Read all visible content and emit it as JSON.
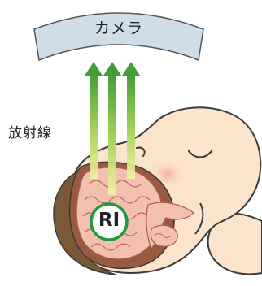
{
  "labels": {
    "camera": "カメラ",
    "radiation": "放射線",
    "ri": "RI"
  },
  "colors": {
    "camera_fill": "#cfdde9",
    "camera_stroke": "#555555",
    "arrow_top": "#4fa53a",
    "arrow_bottom": "#eef196",
    "skin": "#fbe3cc",
    "skin_stroke": "#3a3a3a",
    "hair": "#7a5a36",
    "brain_fill": "#f3bfb1",
    "brain_bg": "#9a5a42",
    "ri_ring": "#1e9a3a",
    "cheek": "#f4b6a6"
  },
  "icons": {
    "camera_detector": "curved-detector-icon",
    "radiation_arrows": "up-arrow-icon",
    "patient": "sleeping-head-icon",
    "ri_marker": "ri-badge-icon"
  }
}
